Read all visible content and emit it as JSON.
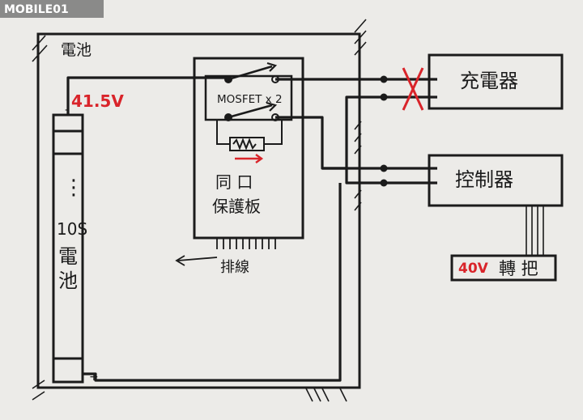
{
  "watermark": {
    "text": "MOBILE01"
  },
  "labels": {
    "battery_case": "電池",
    "cell_voltage": "41.5V",
    "cell_dots": "⋮",
    "cell_count": "10S",
    "cell_name_1": "電",
    "cell_name_2": "池",
    "mosfet": "MOSFET x 2",
    "board_line1": "同 口",
    "board_line2": "保護板",
    "wiring": "排線",
    "charger": "充電器",
    "controller": "控制器",
    "throttle_voltage": "40V",
    "throttle": "轉 把",
    "minus": "-",
    "plus": "+"
  },
  "colors": {
    "ink": "#1b1b1b",
    "paper": "#ecebe8",
    "red": "#d9242a"
  }
}
